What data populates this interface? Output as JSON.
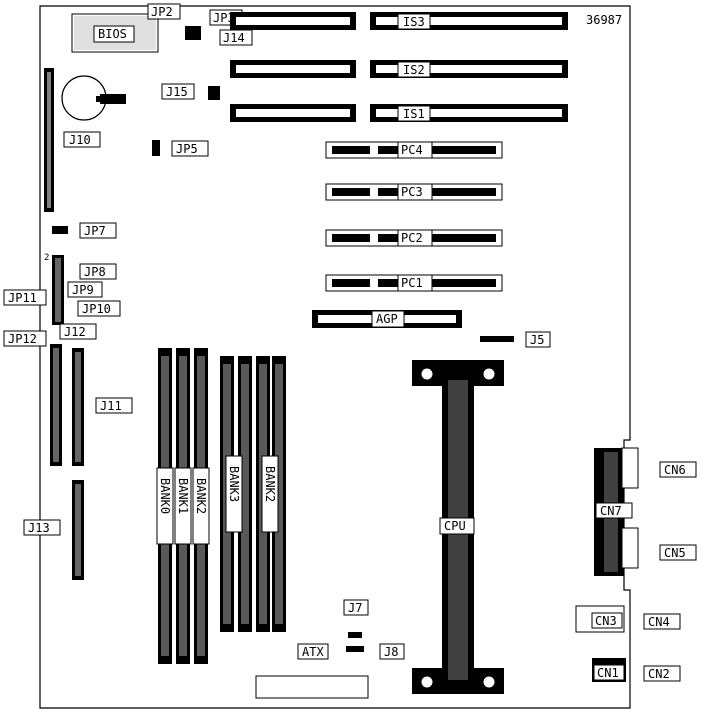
{
  "diagram": {
    "board_id": "36987",
    "bios": "BIOS",
    "jumpers": {
      "jp2": "JP2",
      "jp3": "JP3",
      "j14": "J14",
      "j15": "J15",
      "j10": "J10",
      "jp5": "JP5",
      "jp7": "JP7",
      "jp8": "JP8",
      "jp9": "JP9",
      "jp10": "JP10",
      "jp11": "JP11",
      "jp12": "JP12",
      "j12": "J12",
      "j11": "J11",
      "j13": "J13",
      "j5": "J5",
      "j7": "J7",
      "j8": "J8",
      "pin2": "2"
    },
    "isa_slots": [
      "IS3",
      "IS2",
      "IS1"
    ],
    "pci_slots": [
      "PC4",
      "PC3",
      "PC2",
      "PC1"
    ],
    "agp": "AGP",
    "cpu": "CPU",
    "atx": "ATX",
    "banks": [
      "BANK0",
      "BANK1",
      "BANK2",
      "BANK3",
      "BANK2"
    ],
    "connectors": [
      "CN6",
      "CN7",
      "CN5",
      "CN4",
      "CN3",
      "CN2",
      "CN1"
    ]
  }
}
